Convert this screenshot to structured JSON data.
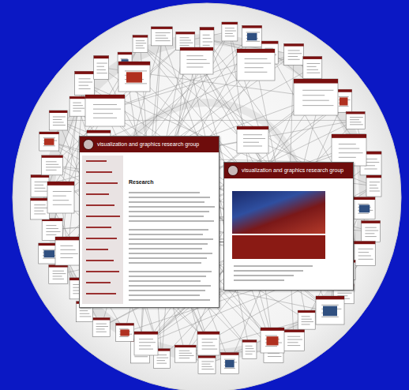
{
  "diagram": {
    "nodes": [
      {
        "text": [
          "visualization and graphics research group",
          "Research"
        ]
      },
      {
        "text": [
          "visualization and graphics research group"
        ]
      }
    ],
    "edges": [
      {
        "from": 0,
        "to": 1,
        "arrow": "none"
      }
    ]
  }
}
